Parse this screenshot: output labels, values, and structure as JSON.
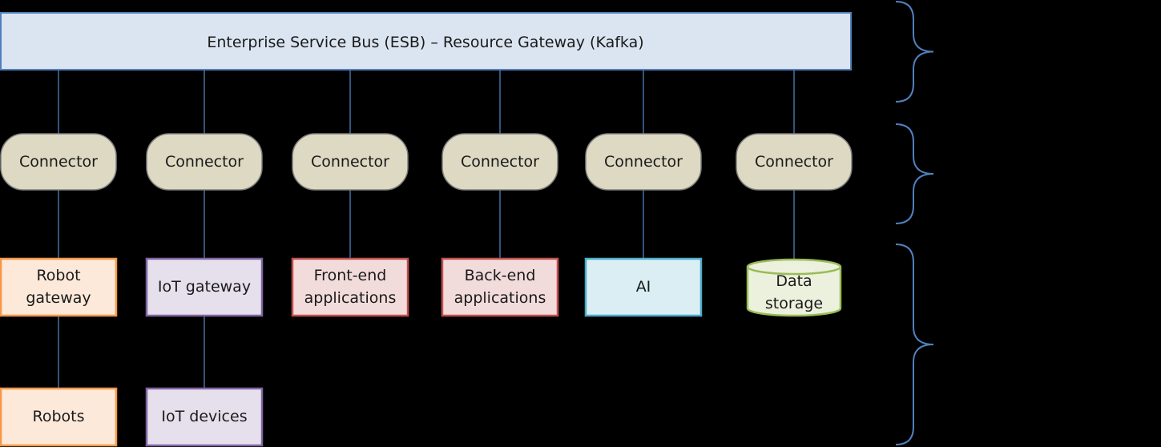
{
  "esb": {
    "label": "Enterprise Service Bus (ESB) – Resource Gateway (Kafka)",
    "fill": "#dbe5f1",
    "stroke": "#4f81bd"
  },
  "connector_style": {
    "fill": "#ddd9c3",
    "stroke": "#7f7f7f"
  },
  "connectors": [
    {
      "id": "1",
      "label": "Connector"
    },
    {
      "id": "2",
      "label": "Connector"
    },
    {
      "id": "3",
      "label": "Connector"
    },
    {
      "id": "4",
      "label": "Connector"
    },
    {
      "id": "5",
      "label": "Connector"
    },
    {
      "id": "6",
      "label": "Connector"
    }
  ],
  "resources": [
    {
      "id": "robot-gateway",
      "lines": [
        "Robot",
        "gateway"
      ],
      "fill": "#fde9d9",
      "stroke": "#f79646",
      "shape": "rect"
    },
    {
      "id": "iot-gateway",
      "lines": [
        "IoT gateway"
      ],
      "fill": "#e5e0ec",
      "stroke": "#8064a2",
      "shape": "rect"
    },
    {
      "id": "front-end-applications",
      "lines": [
        "Front-end",
        "applications"
      ],
      "fill": "#f2dcdb",
      "stroke": "#c0504d",
      "shape": "rect"
    },
    {
      "id": "back-end-applications",
      "lines": [
        "Back-end",
        "applications"
      ],
      "fill": "#f2dcdb",
      "stroke": "#c0504d",
      "shape": "rect"
    },
    {
      "id": "ai",
      "lines": [
        "AI"
      ],
      "fill": "#daeef3",
      "stroke": "#4bacc6",
      "shape": "rect"
    },
    {
      "id": "data-storage",
      "lines": [
        "Data",
        "storage"
      ],
      "fill": "#ebf1dd",
      "stroke": "#9bbb59",
      "shape": "cylinder"
    }
  ],
  "devices": [
    {
      "id": "robots",
      "lines": [
        "Robots"
      ],
      "fill": "#fde9d9",
      "stroke": "#f79646",
      "column": 0
    },
    {
      "id": "iot-devices",
      "lines": [
        "IoT devices"
      ],
      "fill": "#e5e0ec",
      "stroke": "#8064a2",
      "column": 1
    }
  ],
  "link_color": "#4f81bd",
  "brace_color": "#4f81bd"
}
